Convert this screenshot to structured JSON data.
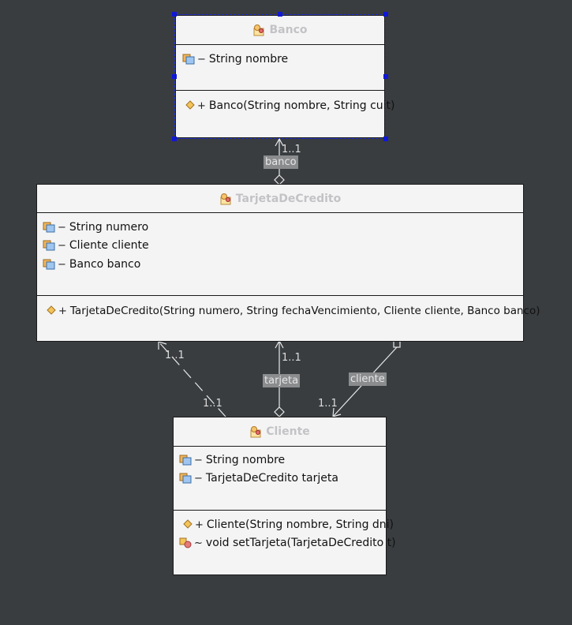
{
  "classes": {
    "banco": {
      "name": "Banco",
      "attributes": [
        {
          "vis": "−",
          "text": "String nombre"
        }
      ],
      "operations": [
        {
          "vis": "+",
          "text": "Banco(String nombre, String cuit)"
        }
      ]
    },
    "tarjeta": {
      "name": "TarjetaDeCredito",
      "attributes": [
        {
          "vis": "−",
          "text": "String numero"
        },
        {
          "vis": "−",
          "text": "Cliente cliente"
        },
        {
          "vis": "−",
          "text": "Banco banco"
        }
      ],
      "operations": [
        {
          "vis": "+",
          "text": "TarjetaDeCredito(String numero, String fechaVencimiento, Cliente cliente, Banco banco)"
        }
      ]
    },
    "cliente": {
      "name": "Cliente",
      "attributes": [
        {
          "vis": "−",
          "text": "String nombre"
        },
        {
          "vis": "−",
          "text": "TarjetaDeCredito tarjeta"
        }
      ],
      "operations": [
        {
          "vis": "+",
          "text": "Cliente(String nombre, String dni)"
        },
        {
          "vis": "~",
          "text": "void setTarjeta(TarjetaDeCredito t)"
        }
      ]
    }
  },
  "associations": {
    "banco": {
      "role": "banco",
      "multiplicity": "1..1"
    },
    "tarjeta": {
      "role": "tarjeta",
      "multiplicity": "1..1"
    },
    "cliente": {
      "role": "cliente",
      "multiplicity": "1..1"
    },
    "dependency": {
      "multiplicity_top": "1..1",
      "multiplicity_bottom": "1..1"
    }
  },
  "colors": {
    "background": "#3a3d40",
    "class_fill": "#f4f4f5",
    "class_name": "#c3c3c6",
    "connector": "#e8e8e8",
    "selection": "#1018d8"
  },
  "icons": {
    "class": "class-icon",
    "attribute": "field-icon",
    "constructor": "constructor-icon",
    "method": "method-icon"
  }
}
